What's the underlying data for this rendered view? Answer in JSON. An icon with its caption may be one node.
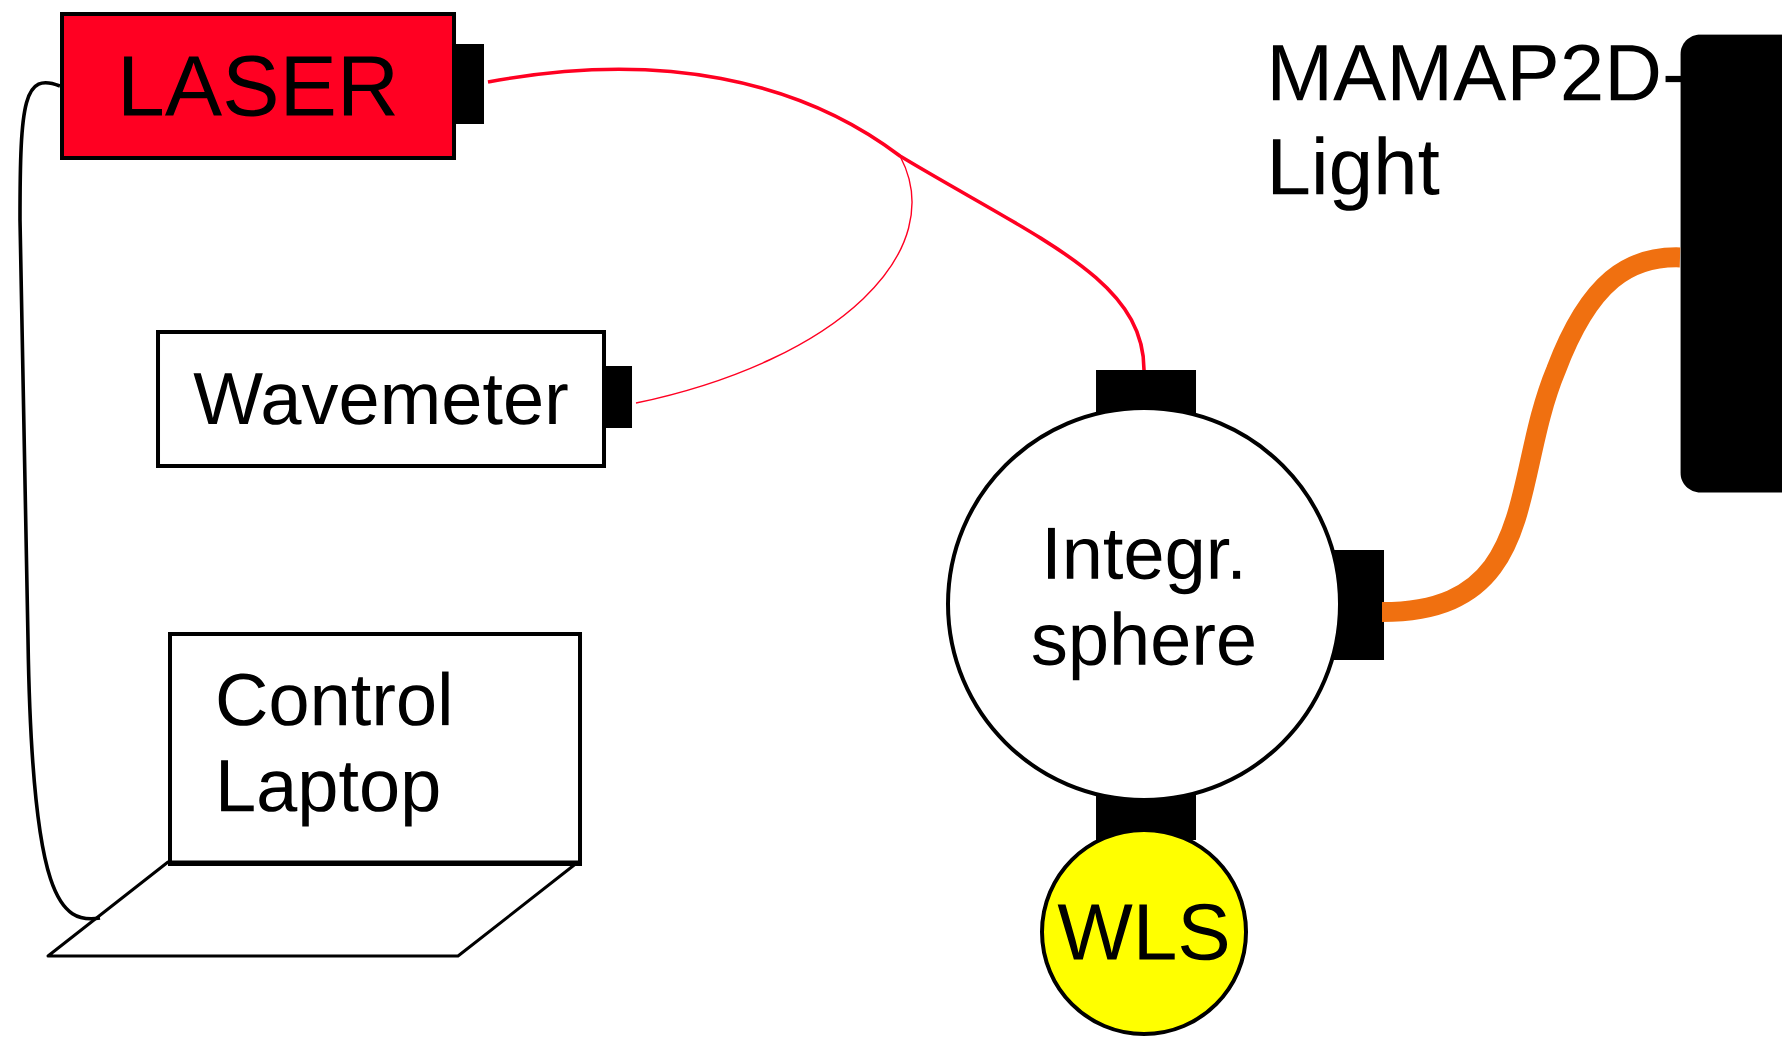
{
  "diagram": {
    "nodes": [
      {
        "text": [
          "LASER"
        ]
      },
      {
        "text": [
          "Wavemeter"
        ]
      },
      {
        "text": [
          "Control Laptop"
        ]
      },
      {
        "text": [
          "Integr. sphere"
        ]
      },
      {
        "text": [
          "WLS"
        ]
      },
      {
        "text": [
          "MAMAP2D- Light"
        ]
      }
    ],
    "edges": [
      {
        "from": 0,
        "to": 2,
        "arrow": "none",
        "color": "#000000"
      },
      {
        "from": 0,
        "to": 3,
        "arrow": "none",
        "color": "#ff0022"
      },
      {
        "from": 0,
        "to": 1,
        "arrow": "none",
        "color": "#ff0022"
      },
      {
        "from": 3,
        "to": 5,
        "arrow": "none",
        "style": "thick",
        "color": "#f07010"
      }
    ]
  }
}
